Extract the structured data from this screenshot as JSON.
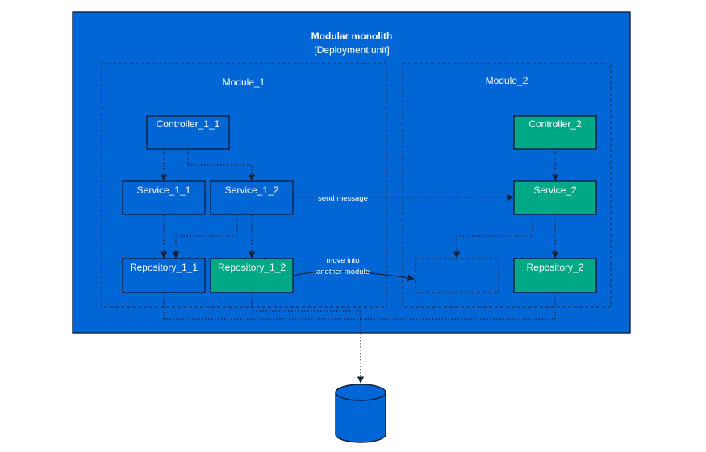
{
  "colors": {
    "container": "#0066d6",
    "module_box": "#0066d6",
    "moved_box": "#00a886",
    "border": "#10203a",
    "text": "#ffffff"
  },
  "container": {
    "title": "Modular monolith",
    "subtitle": "[Deployment unit]"
  },
  "modules": [
    {
      "name": "Module_1"
    },
    {
      "name": "Module_2"
    }
  ],
  "components": {
    "controller_1_1": "Controller_1_1",
    "service_1_1": "Service_1_1",
    "service_1_2": "Service_1_2",
    "repository_1_1": "Repository_1_1",
    "repository_1_2": "Repository_1_2",
    "controller_2": "Controller_2",
    "service_2": "Service_2",
    "repository_2": "Repository_2"
  },
  "edges": {
    "send_message": "send message",
    "move_into_line1": "move into",
    "move_into_line2": "another module"
  },
  "database": {
    "icon": "database-cylinder-icon"
  }
}
